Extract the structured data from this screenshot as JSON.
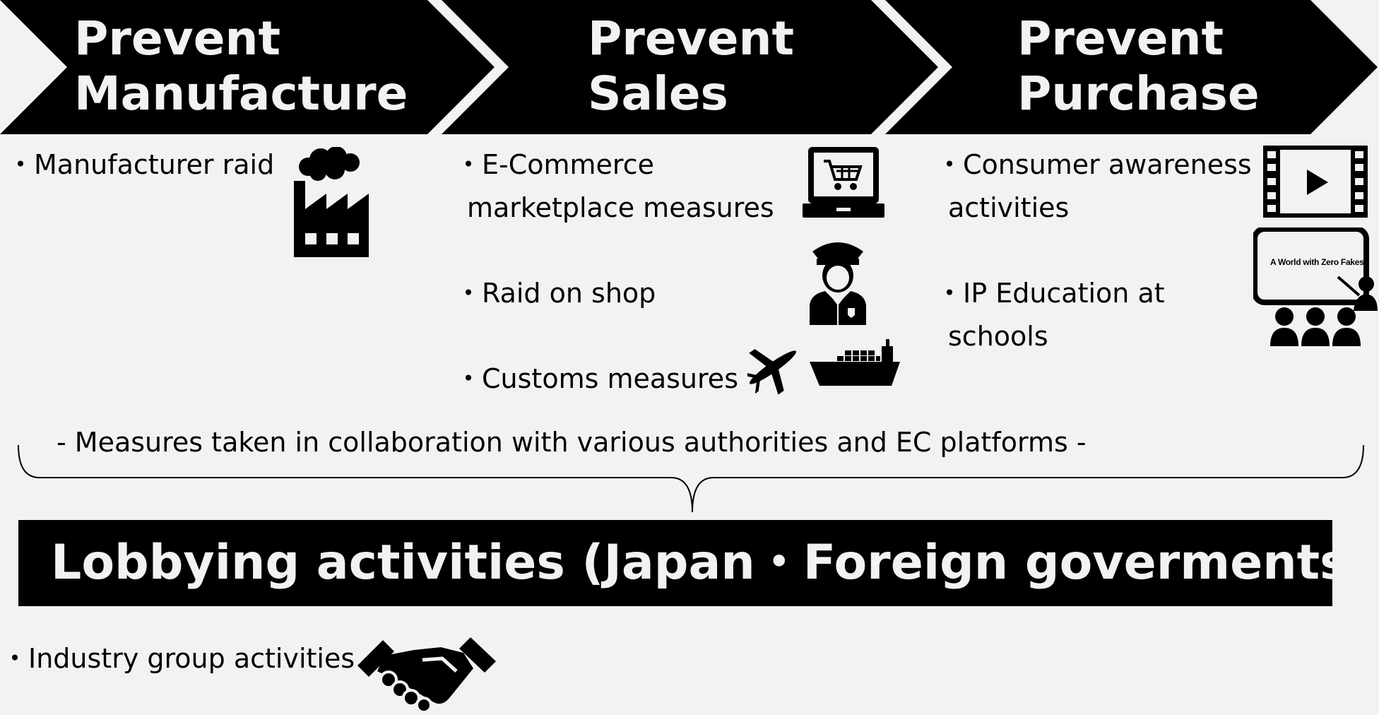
{
  "stages": [
    {
      "title_line1": "Prevent",
      "title_line2": "Manufacture"
    },
    {
      "title_line1": "Prevent",
      "title_line2": "Sales"
    },
    {
      "title_line1": "Prevent",
      "title_line2": "Purchase"
    }
  ],
  "manufacture_items": [
    {
      "line1": "・Manufacturer raid",
      "icon": "factory-icon"
    }
  ],
  "sales_items": [
    {
      "line1": "・E-Commerce",
      "line2": "marketplace measures",
      "icon": "laptop-cart-icon"
    },
    {
      "line1": "・Raid on shop",
      "line2": "",
      "icon": "police-officer-icon"
    },
    {
      "line1": "・Customs measures",
      "line2": "",
      "icon": "airplane-ship-icon"
    }
  ],
  "purchase_items": [
    {
      "line1": "・Consumer awareness",
      "line2": "activities",
      "icon": "video-play-icon"
    },
    {
      "line1": "・IP Education at",
      "line2": "schools",
      "icon": "classroom-icon"
    }
  ],
  "classroom_board_text": "A World with Zero Fakes",
  "collaboration_note": "- Measures taken in collaboration with various authorities and EC platforms -",
  "lobbying_title": "Lobbying activities (Japan・Foreign goverments)",
  "industry_item": {
    "line1": "・Industry group activities",
    "icon": "handshake-icon"
  },
  "colors": {
    "background": "#f2f2f2",
    "fill": "#000000",
    "text_on_dark": "#f2f2f2"
  }
}
